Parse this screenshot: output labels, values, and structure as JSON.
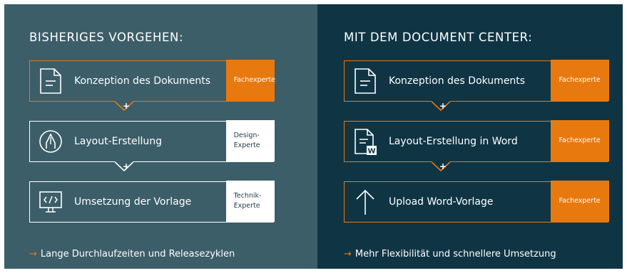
{
  "left": {
    "heading": "BISHERIGES VORGEHEN:",
    "steps": [
      {
        "label": "Konzeption des Dokuments",
        "tag": "Fachexperte",
        "icon": "document-icon"
      },
      {
        "label": "Layout-Erstellung",
        "tag": "Design-\nExperte",
        "icon": "pen-nib-icon"
      },
      {
        "label": "Umsetzung der Vorlage",
        "tag": "Technik-\nExperte",
        "icon": "code-monitor-icon"
      }
    ],
    "connector": "+",
    "result_arrow": "→",
    "result": "Lange Durchlaufzeiten und Releasezyklen"
  },
  "right": {
    "heading": "MIT DEM DOCUMENT CENTER:",
    "steps": [
      {
        "label": "Konzeption des Dokuments",
        "tag": "Fachexperte",
        "icon": "document-icon"
      },
      {
        "label": "Layout-Erstellung in Word",
        "tag": "Fachexperte",
        "icon": "word-document-icon",
        "badge": "W"
      },
      {
        "label": "Upload Word-Vorlage",
        "tag": "Fachexperte",
        "icon": "upload-arrow-icon"
      }
    ],
    "connector": "+",
    "result_arrow": "→",
    "result": "Mehr Flexibilität und schnellere Umsetzung"
  },
  "colors": {
    "left_panel": "#3c5e69",
    "right_panel": "#0f3544",
    "accent": "#e8790f",
    "white": "#ffffff"
  }
}
